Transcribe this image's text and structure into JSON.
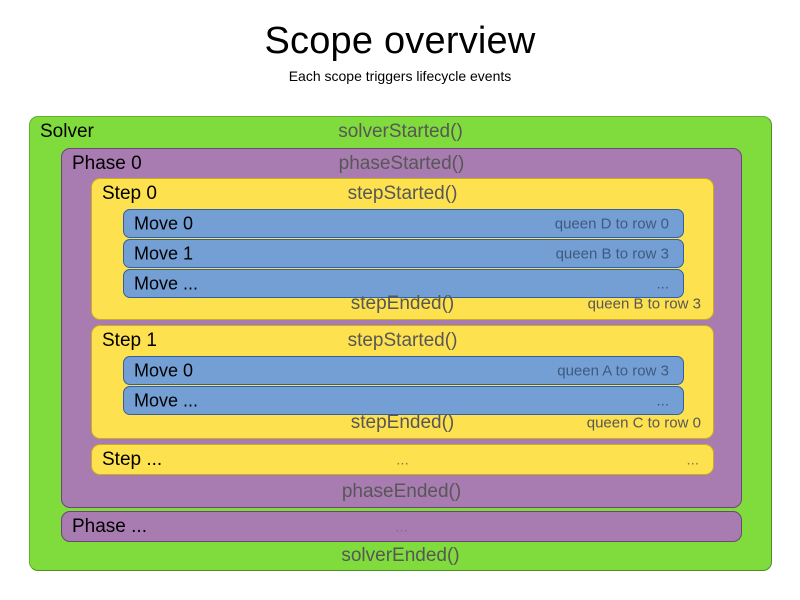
{
  "header": {
    "title": "Scope overview",
    "subtitle": "Each scope triggers lifecycle events"
  },
  "colors": {
    "solver": "#80db3c",
    "phase": "#a87cb0",
    "step": "#fde14e",
    "move": "#749fd4",
    "label_text": "#000000",
    "event_text": "#575757"
  },
  "solver": {
    "label": "Solver",
    "started_event": "solverStarted()",
    "ended_event": "solverEnded()"
  },
  "phase": {
    "label": "Phase 0",
    "started_event": "phaseStarted()",
    "ended_event": "phaseEnded()",
    "ellipsis_label": "Phase ...",
    "ellipsis_event": "..."
  },
  "steps": [
    {
      "label": "Step 0",
      "started_event": "stepStarted()",
      "ended_event": "stepEnded()",
      "ended_detail": "queen B to row 3",
      "moves": [
        {
          "label": "Move 0",
          "detail": "queen D to row 0"
        },
        {
          "label": "Move 1",
          "detail": "queen B to row 3"
        },
        {
          "label": "Move ...",
          "detail": "..."
        }
      ]
    },
    {
      "label": "Step 1",
      "started_event": "stepStarted()",
      "ended_event": "stepEnded()",
      "ended_detail": "queen C to row 0",
      "moves": [
        {
          "label": "Move 0",
          "detail": "queen A to row 3"
        },
        {
          "label": "Move ...",
          "detail": "..."
        }
      ]
    }
  ],
  "step_ellipsis": {
    "label": "Step ...",
    "center": "...",
    "right": "..."
  }
}
